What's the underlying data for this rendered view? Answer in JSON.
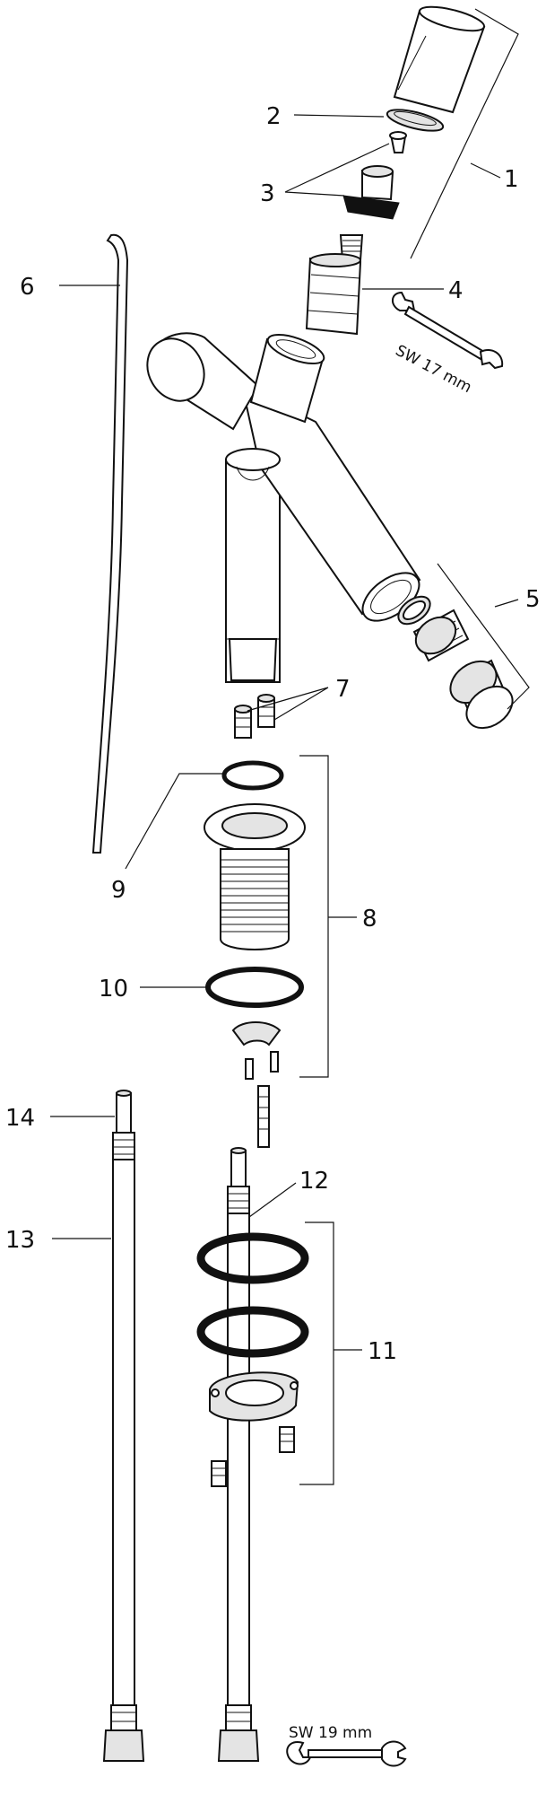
{
  "diagram": {
    "callouts": [
      {
        "id": "1",
        "text": "1"
      },
      {
        "id": "2",
        "text": "2"
      },
      {
        "id": "3",
        "text": "3"
      },
      {
        "id": "4",
        "text": "4"
      },
      {
        "id": "5",
        "text": "5"
      },
      {
        "id": "6",
        "text": "6"
      },
      {
        "id": "7",
        "text": "7"
      },
      {
        "id": "8",
        "text": "8"
      },
      {
        "id": "9",
        "text": "9"
      },
      {
        "id": "10",
        "text": "10"
      },
      {
        "id": "11",
        "text": "11"
      },
      {
        "id": "12",
        "text": "12"
      },
      {
        "id": "13",
        "text": "13"
      },
      {
        "id": "14",
        "text": "14"
      }
    ],
    "wrench_17_label": "SW 17 mm",
    "wrench_19_label": "SW 19 mm"
  }
}
